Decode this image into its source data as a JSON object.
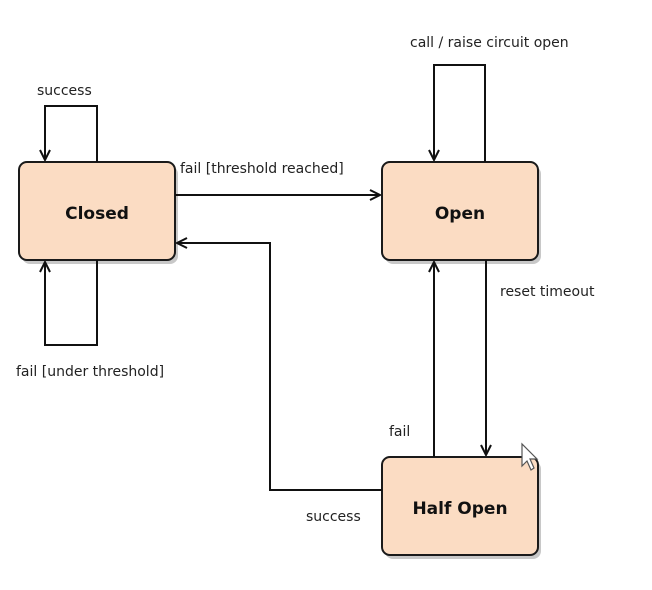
{
  "states": {
    "closed": "Closed",
    "open": "Open",
    "half_open": "Half Open"
  },
  "transitions": {
    "closed_self_success": "success",
    "closed_to_open": "fail [threshold reached]",
    "closed_self_fail": "fail [under threshold]",
    "open_self": "call / raise circuit open",
    "open_to_half_open": "reset timeout",
    "half_open_to_open": "fail",
    "half_open_to_closed": "success"
  },
  "colors": {
    "state_fill": "#fbdcc3",
    "stroke": "#111111"
  },
  "icons": [
    "mouse-pointer-icon"
  ]
}
